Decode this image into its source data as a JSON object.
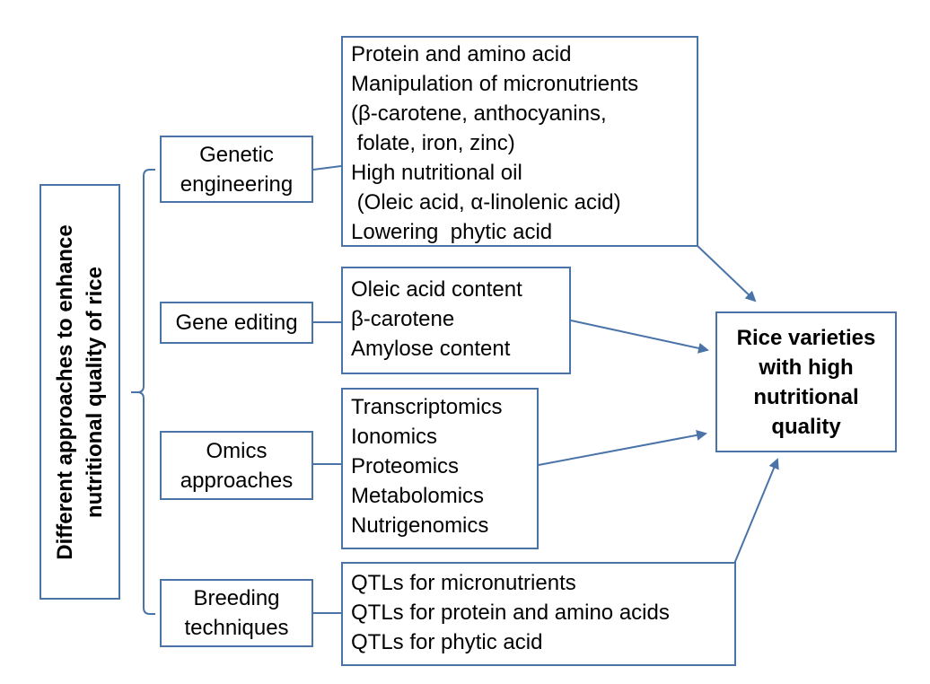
{
  "title": {
    "lines": [
      "Different approaches to enhance",
      "nutritional quality of rice"
    ]
  },
  "approaches": [
    {
      "lines": [
        "Genetic",
        "engineering"
      ],
      "details": [
        "Protein and amino acid",
        "Manipulation of micronutrients",
        "(β-carotene, anthocyanins,",
        " folate, iron, zinc)",
        "High nutritional oil",
        " (Oleic acid, α-linolenic acid)",
        "Lowering  phytic acid"
      ]
    },
    {
      "lines": [
        "Gene editing"
      ],
      "details": [
        "Oleic acid content",
        "β-carotene",
        "Amylose content"
      ]
    },
    {
      "lines": [
        "Omics",
        "approaches"
      ],
      "details": [
        "Transcriptomics",
        "Ionomics",
        "Proteomics",
        "Metabolomics",
        "Nutrigenomics"
      ]
    },
    {
      "lines": [
        "Breeding",
        "techniques"
      ],
      "details": [
        "QTLs for micronutrients",
        "QTLs for protein and amino acids",
        "QTLs for phytic acid"
      ]
    }
  ],
  "result": {
    "lines": [
      "Rice varieties",
      "with high",
      "nutritional",
      "quality"
    ]
  },
  "colors": {
    "box_border": "#4a74a8",
    "connector": "#4a74a8",
    "text": "#000000"
  }
}
